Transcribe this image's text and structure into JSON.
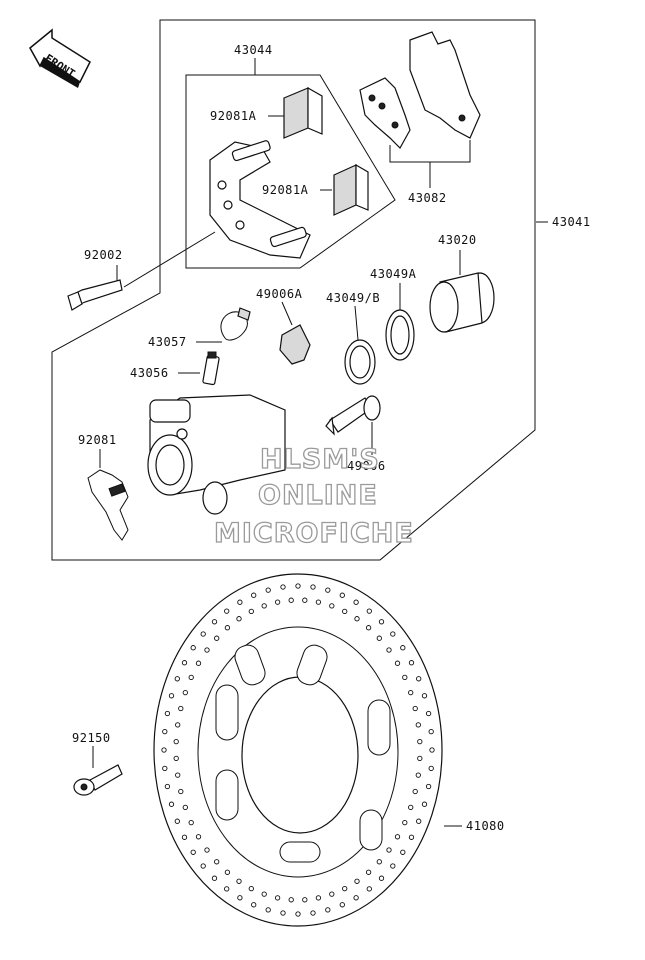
{
  "direction_marker": {
    "text": "FRONT",
    "icon": "front-arrow-icon"
  },
  "labels": {
    "p43044": "43044",
    "p92081A_top": "92081A",
    "p92081A_mid": "92081A",
    "p43082": "43082",
    "p43041": "43041",
    "p92002": "92002",
    "p43020": "43020",
    "p49006A": "49006A",
    "p43049B": "43049/B",
    "p43049A": "43049A",
    "p43057": "43057",
    "p43056": "43056",
    "p92081": "92081",
    "p49006": "49006",
    "p92150": "92150",
    "p41080": "41080"
  },
  "watermark": {
    "line1": "HLSM'S",
    "line2": "ONLINE",
    "line3": "MICROFICHE"
  }
}
